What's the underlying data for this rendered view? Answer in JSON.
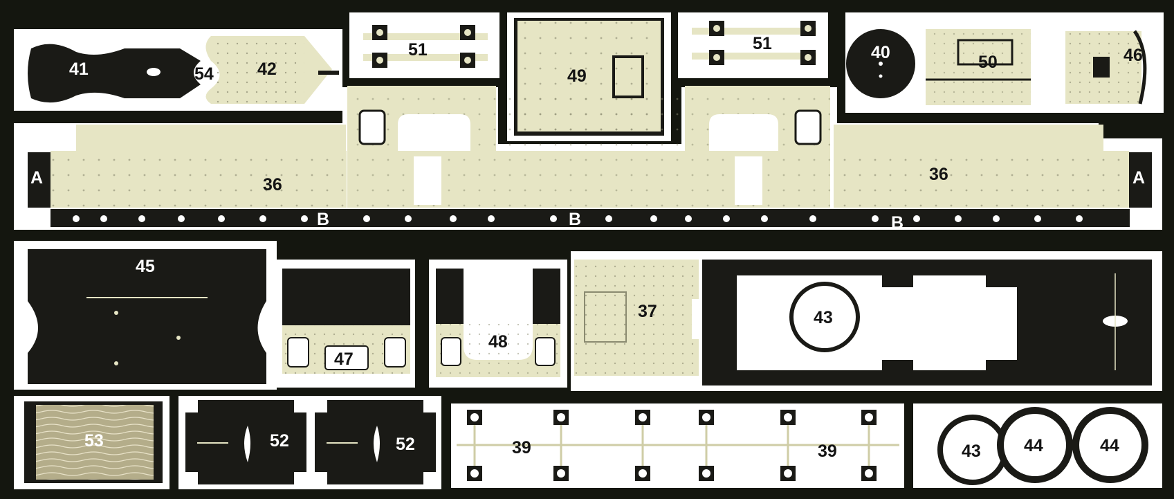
{
  "colors": {
    "background": "#14160f",
    "frame": "#ffffff",
    "brass": "#e6e5c4",
    "brass_dark": "#cfcda6",
    "blackened": "#1a1a16",
    "rivet": "#7a7a66",
    "tab": "#d8d6b8"
  },
  "labels": {
    "p41": "41",
    "p54": "54",
    "p42": "42",
    "p51a": "51",
    "p49": "49",
    "p51b": "51",
    "p40": "40",
    "p50": "50",
    "p46": "46",
    "p36a": "36",
    "p36b": "36",
    "pAl": "A",
    "pAr": "A",
    "pB1": "B",
    "pB2": "B",
    "pB3": "B",
    "p45": "45",
    "p47": "47",
    "p48": "48",
    "p37": "37",
    "p43a": "43",
    "p53": "53",
    "p52a": "52",
    "p52b": "52",
    "p39a": "39",
    "p39b": "39",
    "p43b": "43",
    "p44a": "44",
    "p44b": "44"
  }
}
